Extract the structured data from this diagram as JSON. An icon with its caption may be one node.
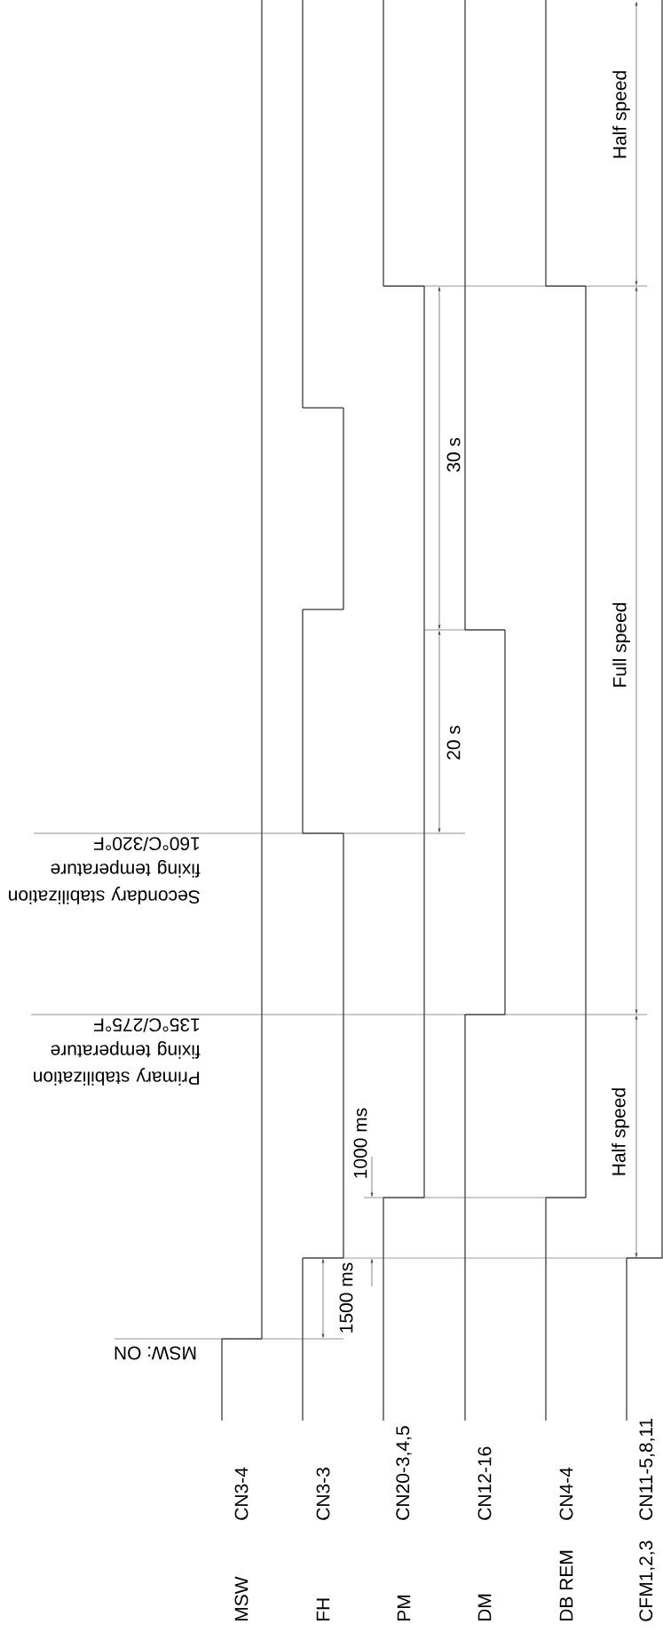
{
  "diagram": {
    "labels": [
      "Half speed",
      "30 s",
      "Full speed",
      "20 s",
      "Secondary stabilization fixing temperature 160°C/320°F",
      "Primary stabilization fixing temperature 135°C/275°F",
      "Half speed",
      "1000 ms",
      "1500 ms",
      "MSW: ON",
      "MSW",
      "CN3-4",
      "FH",
      "CN3-3",
      "PM",
      "CN20-3,4,5",
      "DM",
      "CN12-16",
      "DB REM",
      "CN4-4",
      "CFM1,2,3",
      "CN11-5,8,11"
    ]
  }
}
